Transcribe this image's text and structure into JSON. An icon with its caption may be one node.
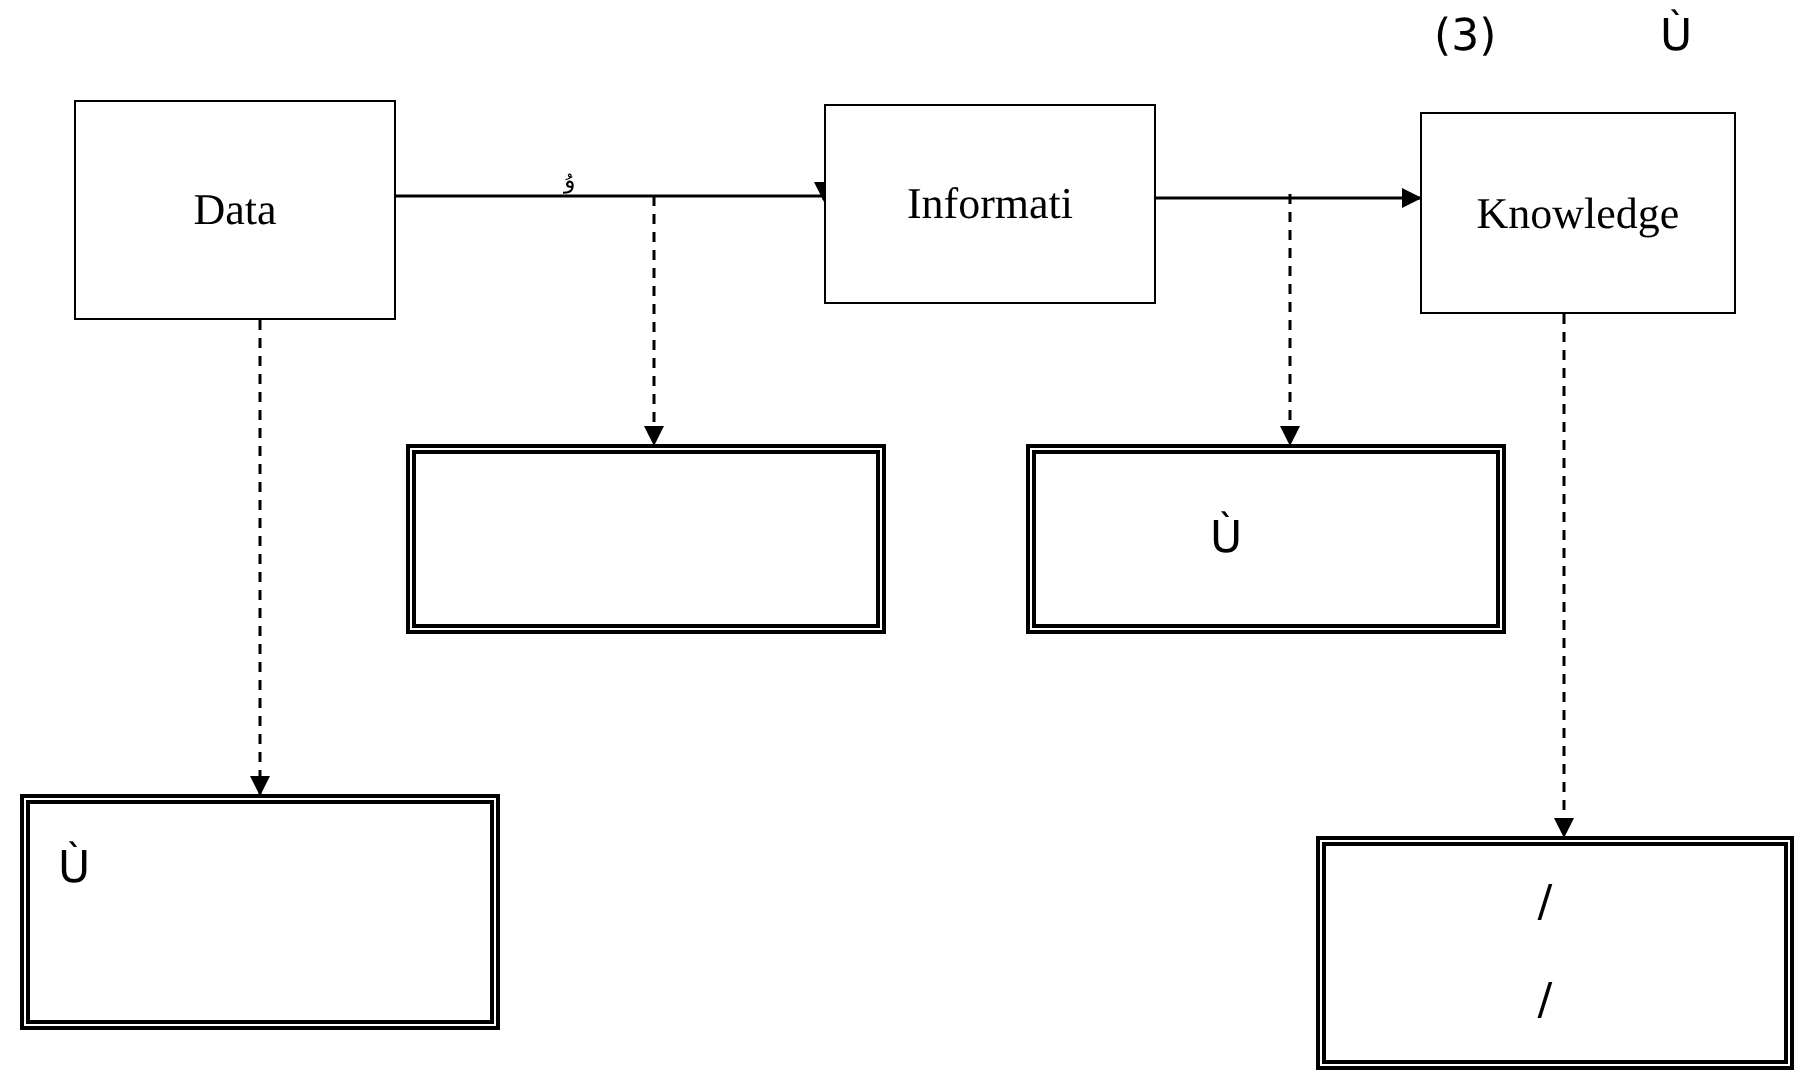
{
  "diagram": {
    "nodes": [
      {
        "text": [
          "Data"
        ]
      },
      {
        "text": [
          "Informati"
        ]
      },
      {
        "text": [
          "Knowledge"
        ]
      },
      {
        "text": [],
        "shape": "box"
      },
      {
        "text": [
          "Ù"
        ]
      },
      {
        "text": [
          "Ù"
        ]
      },
      {
        "text": [
          "/",
          "/"
        ]
      }
    ],
    "edges": [
      {
        "from": 0,
        "to": 1,
        "arrow": "to"
      },
      {
        "from": 1,
        "to": 2,
        "arrow": "to"
      },
      {
        "from": null,
        "to": 3,
        "arrow": "to",
        "style": "dashed"
      },
      {
        "from": null,
        "to": 4,
        "arrow": "to",
        "style": "dashed"
      },
      {
        "from": 0,
        "to": 5,
        "arrow": "to",
        "style": "dashed"
      },
      {
        "from": 2,
        "to": 6,
        "arrow": "to",
        "style": "dashed"
      }
    ],
    "labels": [
      "ۇ",
      "(3)",
      "Ù"
    ]
  }
}
